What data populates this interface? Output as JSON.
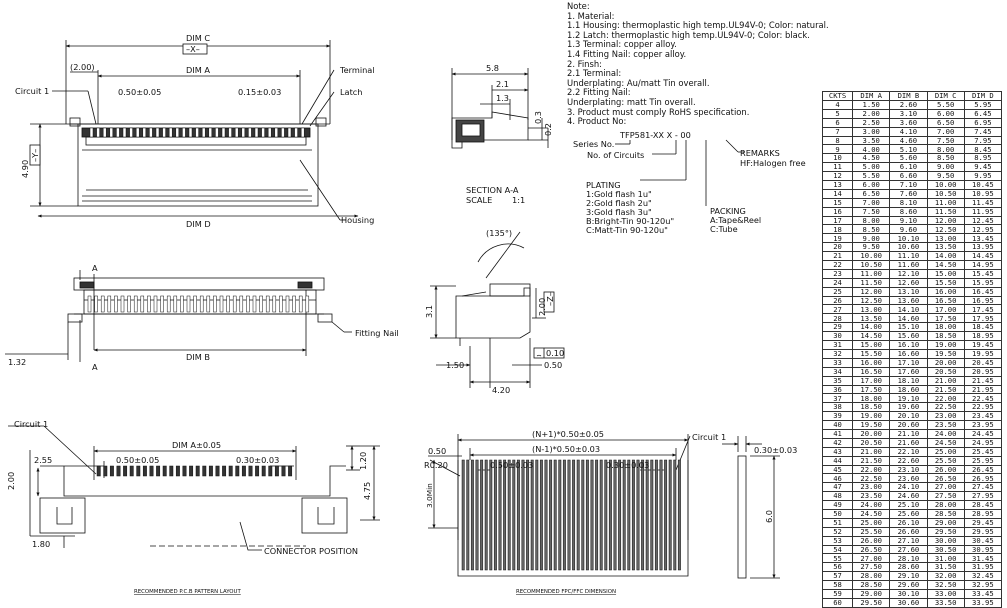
{
  "notes": [
    "Note:",
    "1. Material:",
    "  1.1 Housing: thermoplastic high temp.UL94V-0; Color: natural.",
    "  1.2 Latch: thermoplastic high temp.UL94V-0; Color: black.",
    "  1.3 Terminal: copper alloy.",
    "  1.4 Fitting Nail: copper alloy.",
    "2. Finsh:",
    "  2.1 Terminal:",
    "         Underplating: Au/matt Tin overall.",
    "  2.2 Fitting Nail:",
    "         Underplating: matt Tin overall.",
    "3. Product must comply   RoHS specification.",
    "4. Product No:"
  ],
  "part_no": {
    "code": "TFP581-XX X - 00",
    "series_label": "Series No.",
    "circuits_label": "No. of Circuits",
    "remarks": "REMARKS",
    "halogen": "HF:Halogen free",
    "plating_title": "PLATING",
    "plating": [
      "1:Gold flash 1u\"",
      "2:Gold flash 2u\"",
      "3:Gold flash 3u\"",
      "B:Bright-Tin 90-120u\"",
      "C:Matt-Tin 90-120u\""
    ],
    "packing_title": "PACKING",
    "packing": [
      "A:Tape&Reel",
      "C:Tube"
    ]
  },
  "top_view": {
    "dim_c": "DIM C",
    "x_box": "X",
    "dim_a": "DIM A",
    "offset": "(2.00)",
    "pitch_left": "0.50±0.05",
    "pitch_right": "0.15±0.03",
    "circuit1": "Circuit 1",
    "terminal": "Terminal",
    "latch": "Latch",
    "housing": "Housing",
    "dim_d": "DIM D",
    "height": "4.90",
    "y_box": "Y"
  },
  "front_view": {
    "a_top": "A",
    "a_bottom": "A",
    "dim_b": "DIM B",
    "left_dim": "1.32",
    "fitting_nail": "Fitting Nail"
  },
  "section": {
    "w_total": "5.8",
    "d1": "2.1",
    "d2": "1.3",
    "h1": "0.3",
    "h2": "0.2",
    "title": "SECTION A-A",
    "scale_label": "SCALE",
    "scale": "1:1"
  },
  "side_view": {
    "angle": "(135°)",
    "height_open": "2.00",
    "z_box": "Z",
    "height": "3.1",
    "flatness": "0.10",
    "d_left": "1.50",
    "d_right": "0.50",
    "width": "4.20"
  },
  "pcb": {
    "circuit1": "Circuit 1",
    "dim_a": "DIM A±0.05",
    "left": "2.55",
    "pitch": "0.50±0.05",
    "pad_w": "0.30±0.03",
    "pad_h": "1.20",
    "h2": "2.00",
    "h475": "4.75",
    "bottom": "1.80",
    "connector_pos": "CONNECTOR POSITION",
    "caption": "RECOMMENDED P.C.B PATTERN LAYOUT"
  },
  "fpc": {
    "top1": "(N+1)*0.50±0.05",
    "top2": "(N-1)*0.50±0.03",
    "left": "0.50",
    "radius": "R0.20",
    "pitch": "0.50±0.03",
    "width": "0.30±0.03",
    "circuit1": "Circuit 1",
    "height": "3.0Min",
    "thickness": "0.30±0.03",
    "length": "6.0",
    "caption": "RECOMMENDED FPC/FFC DIMENSION"
  },
  "dim_table": {
    "headers": [
      "CKTS",
      "DIM A",
      "DIM B",
      "DIM C",
      "DIM D"
    ],
    "rows": [
      [
        "4",
        "1.50",
        "2.60",
        "5.50",
        "5.95"
      ],
      [
        "5",
        "2.00",
        "3.10",
        "6.00",
        "6.45"
      ],
      [
        "6",
        "2.50",
        "3.60",
        "6.50",
        "6.95"
      ],
      [
        "7",
        "3.00",
        "4.10",
        "7.00",
        "7.45"
      ],
      [
        "8",
        "3.50",
        "4.60",
        "7.50",
        "7.95"
      ],
      [
        "9",
        "4.00",
        "5.10",
        "8.00",
        "8.45"
      ],
      [
        "10",
        "4.50",
        "5.60",
        "8.50",
        "8.95"
      ],
      [
        "11",
        "5.00",
        "6.10",
        "9.00",
        "9.45"
      ],
      [
        "12",
        "5.50",
        "6.60",
        "9.50",
        "9.95"
      ],
      [
        "13",
        "6.00",
        "7.10",
        "10.00",
        "10.45"
      ],
      [
        "14",
        "6.50",
        "7.60",
        "10.50",
        "10.95"
      ],
      [
        "15",
        "7.00",
        "8.10",
        "11.00",
        "11.45"
      ],
      [
        "16",
        "7.50",
        "8.60",
        "11.50",
        "11.95"
      ],
      [
        "17",
        "8.00",
        "9.10",
        "12.00",
        "12.45"
      ],
      [
        "18",
        "8.50",
        "9.60",
        "12.50",
        "12.95"
      ],
      [
        "19",
        "9.00",
        "10.10",
        "13.00",
        "13.45"
      ],
      [
        "20",
        "9.50",
        "10.60",
        "13.50",
        "13.95"
      ],
      [
        "21",
        "10.00",
        "11.10",
        "14.00",
        "14.45"
      ],
      [
        "22",
        "10.50",
        "11.60",
        "14.50",
        "14.95"
      ],
      [
        "23",
        "11.00",
        "12.10",
        "15.00",
        "15.45"
      ],
      [
        "24",
        "11.50",
        "12.60",
        "15.50",
        "15.95"
      ],
      [
        "25",
        "12.00",
        "13.10",
        "16.00",
        "16.45"
      ],
      [
        "26",
        "12.50",
        "13.60",
        "16.50",
        "16.95"
      ],
      [
        "27",
        "13.00",
        "14.10",
        "17.00",
        "17.45"
      ],
      [
        "28",
        "13.50",
        "14.60",
        "17.50",
        "17.95"
      ],
      [
        "29",
        "14.00",
        "15.10",
        "18.00",
        "18.45"
      ],
      [
        "30",
        "14.50",
        "15.60",
        "18.50",
        "18.95"
      ],
      [
        "31",
        "15.00",
        "16.10",
        "19.00",
        "19.45"
      ],
      [
        "32",
        "15.50",
        "16.60",
        "19.50",
        "19.95"
      ],
      [
        "33",
        "16.00",
        "17.10",
        "20.00",
        "20.45"
      ],
      [
        "34",
        "16.50",
        "17.60",
        "20.50",
        "20.95"
      ],
      [
        "35",
        "17.00",
        "18.10",
        "21.00",
        "21.45"
      ],
      [
        "36",
        "17.50",
        "18.60",
        "21.50",
        "21.95"
      ],
      [
        "37",
        "18.00",
        "19.10",
        "22.00",
        "22.45"
      ],
      [
        "38",
        "18.50",
        "19.60",
        "22.50",
        "22.95"
      ],
      [
        "39",
        "19.00",
        "20.10",
        "23.00",
        "23.45"
      ],
      [
        "40",
        "19.50",
        "20.60",
        "23.50",
        "23.95"
      ],
      [
        "41",
        "20.00",
        "21.10",
        "24.00",
        "24.45"
      ],
      [
        "42",
        "20.50",
        "21.60",
        "24.50",
        "24.95"
      ],
      [
        "43",
        "21.00",
        "22.10",
        "25.00",
        "25.45"
      ],
      [
        "44",
        "21.50",
        "22.60",
        "25.50",
        "25.95"
      ],
      [
        "45",
        "22.00",
        "23.10",
        "26.00",
        "26.45"
      ],
      [
        "46",
        "22.50",
        "23.60",
        "26.50",
        "26.95"
      ],
      [
        "47",
        "23.00",
        "24.10",
        "27.00",
        "27.45"
      ],
      [
        "48",
        "23.50",
        "24.60",
        "27.50",
        "27.95"
      ],
      [
        "49",
        "24.00",
        "25.10",
        "28.00",
        "28.45"
      ],
      [
        "50",
        "24.50",
        "25.60",
        "28.50",
        "28.95"
      ],
      [
        "51",
        "25.00",
        "26.10",
        "29.00",
        "29.45"
      ],
      [
        "52",
        "25.50",
        "26.60",
        "29.50",
        "29.95"
      ],
      [
        "53",
        "26.00",
        "27.10",
        "30.00",
        "30.45"
      ],
      [
        "54",
        "26.50",
        "27.60",
        "30.50",
        "30.95"
      ],
      [
        "55",
        "27.00",
        "28.10",
        "31.00",
        "31.45"
      ],
      [
        "56",
        "27.50",
        "28.60",
        "31.50",
        "31.95"
      ],
      [
        "57",
        "28.00",
        "29.10",
        "32.00",
        "32.45"
      ],
      [
        "58",
        "28.50",
        "29.60",
        "32.50",
        "32.95"
      ],
      [
        "59",
        "29.00",
        "30.10",
        "33.00",
        "33.45"
      ],
      [
        "60",
        "29.50",
        "30.60",
        "33.50",
        "33.95"
      ]
    ]
  }
}
